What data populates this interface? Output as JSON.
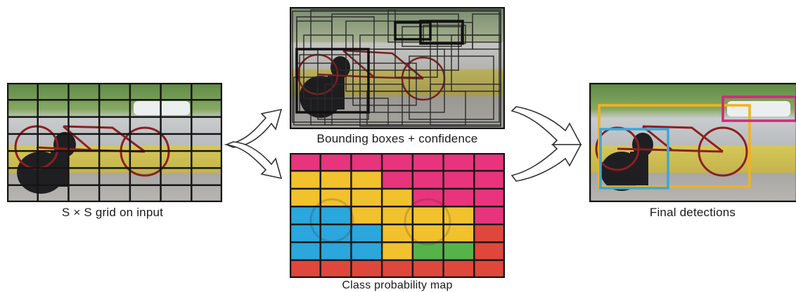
{
  "captions": {
    "input": "S × S grid on input",
    "boxes": "Bounding boxes + confidence",
    "classmap": "Class probability map",
    "final": "Final detections"
  },
  "colors": {
    "magenta": "#e8347c",
    "yellow": "#f2c12e",
    "blue": "#2aa7dc",
    "green": "#56b34a",
    "red": "#e0473c",
    "box_yellow": "#f2b21c",
    "box_blue": "#3aa8d8",
    "box_magenta": "#d4287c"
  },
  "class_map": [
    [
      "magenta",
      "magenta",
      "magenta",
      "magenta",
      "magenta",
      "magenta",
      "magenta"
    ],
    [
      "yellow",
      "yellow",
      "yellow",
      "magenta",
      "magenta",
      "magenta",
      "magenta"
    ],
    [
      "yellow",
      "yellow",
      "yellow",
      "yellow",
      "magenta",
      "magenta",
      "magenta"
    ],
    [
      "blue",
      "blue",
      "yellow",
      "yellow",
      "yellow",
      "yellow",
      "magenta"
    ],
    [
      "blue",
      "blue",
      "blue",
      "yellow",
      "yellow",
      "yellow",
      "red"
    ],
    [
      "blue",
      "blue",
      "blue",
      "yellow",
      "green",
      "green",
      "red"
    ],
    [
      "red",
      "red",
      "red",
      "red",
      "red",
      "red",
      "red"
    ]
  ],
  "icons": {
    "split_arrow": "double-outline-arrow-icon",
    "merge_arrow": "double-outline-arrow-icon"
  }
}
